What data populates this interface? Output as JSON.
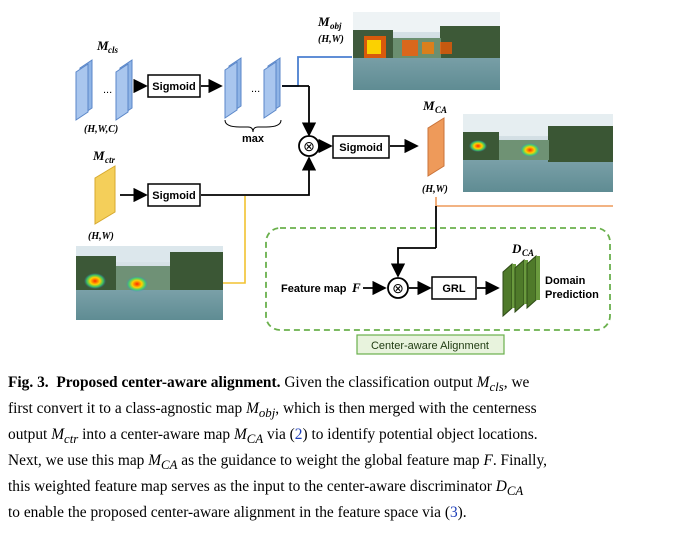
{
  "figure": {
    "labels": {
      "m_cls": "M",
      "m_cls_sub": "cls",
      "m_cls_dims": "(H,W,C)",
      "m_obj": "M",
      "m_obj_sub": "obj",
      "m_obj_dims": "(H,W)",
      "m_ctr": "M",
      "m_ctr_sub": "ctr",
      "m_ctr_dims": "(H,W)",
      "m_ca": "M",
      "m_ca_sub": "CA",
      "m_ca_dims": "(H,W)",
      "d_ca": "D",
      "d_ca_sub": "CA",
      "max": "max",
      "dots": "...",
      "sigmoid_1": "Sigmoid",
      "sigmoid_2": "Sigmoid",
      "sigmoid_3": "Sigmoid",
      "grl": "GRL",
      "feature_map": "Feature map",
      "feature_var": "F",
      "domain_line1": "Domain",
      "domain_line2": "Prediction",
      "group_label": "Center-aware Alignment",
      "multiply": "⊗"
    },
    "colors": {
      "blue_map": "#8fb4e6",
      "orange_map": "#ee9a5a",
      "yellow_map": "#f4cf5a",
      "green_block": "#4f7a2a",
      "dashed_green": "#6ab04c",
      "line_blue": "#4a7fd0",
      "line_yellow": "#f2c230",
      "line_orange": "#ee9a5a"
    }
  },
  "caption": {
    "label": "Fig. 3.",
    "title": "Proposed center-aware alignment.",
    "line1_a": "Given the classification output ",
    "line1_m": "M",
    "line1_sub": "cls",
    "line1_b": ", we",
    "line2_a": "first convert it to a class-agnostic map ",
    "line2_m": "M",
    "line2_sub": "obj",
    "line2_b": ", which is then merged with the centerness",
    "line3_a": "output ",
    "line3_m1": "M",
    "line3_sub1": "ctr",
    "line3_b": " into a center-aware map ",
    "line3_m2": "M",
    "line3_sub2": "CA",
    "line3_c": " via (",
    "line3_ref": "2",
    "line3_d": ") to identify potential object locations.",
    "line4_a": "Next, we use this map ",
    "line4_m": "M",
    "line4_sub": "CA",
    "line4_b": " as the guidance to weight the global feature map ",
    "line4_f": "F",
    "line4_c": ". Finally,",
    "line5_a": "this weighted feature map serves as the input to the center-aware discriminator ",
    "line5_m": "D",
    "line5_sub": "CA",
    "line6_a": "to enable the proposed center-aware alignment in the feature space via (",
    "line6_ref": "3",
    "line6_b": ")."
  }
}
